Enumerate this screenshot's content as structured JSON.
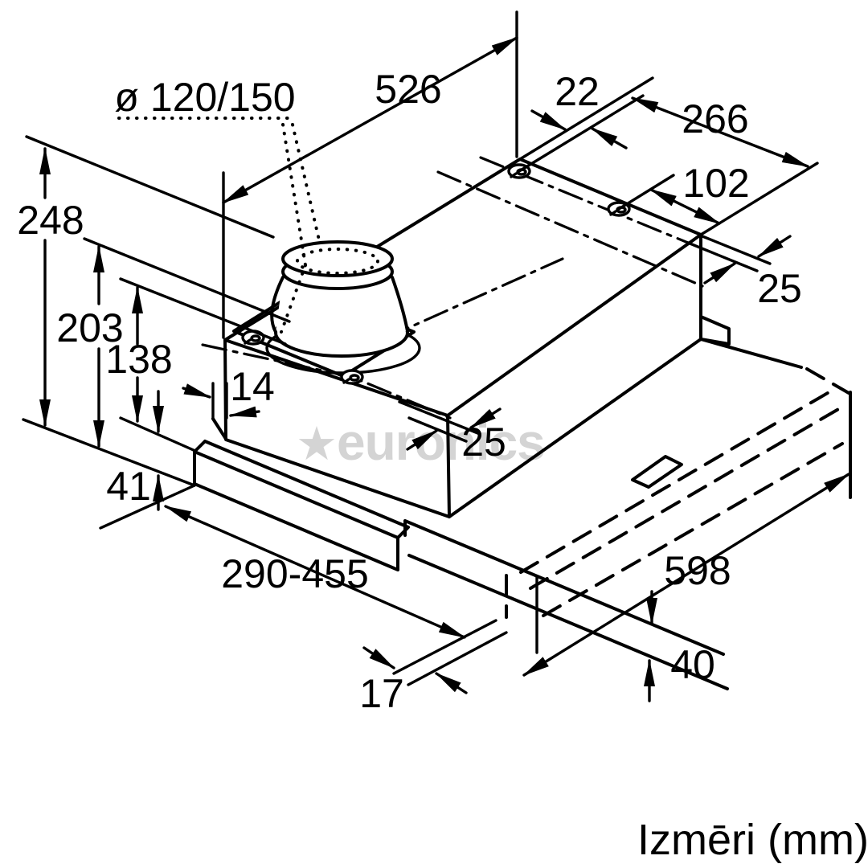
{
  "page": {
    "background": "#ffffff",
    "line_color": "#000000",
    "watermark_color": "#d4d4d4",
    "caption": "Izmēri (mm)"
  },
  "watermark": {
    "star": "★",
    "name": "euronics"
  },
  "drawing": {
    "type": "isometric installation drawing",
    "subject": "built-in telescopic cooker hood with duct collar and pull-out visor",
    "units": "mm",
    "labels": {
      "duct": "ø 120/150",
      "w526": "526",
      "w22": "22",
      "w266": "266",
      "w102": "102",
      "r25": "25",
      "h248": "248",
      "h203": "203",
      "h138": "138",
      "g14": "14",
      "f25": "25",
      "h41": "41",
      "depth": "290-455",
      "w598": "598",
      "h40": "40",
      "g17": "17"
    },
    "dimensions_mm": [
      {
        "value": "ø 120/150",
        "meaning": "duct collar diameter"
      },
      {
        "value": "526",
        "meaning": "housing top length"
      },
      {
        "value": "22",
        "meaning": "rear edge to screw line"
      },
      {
        "value": "266",
        "meaning": "screw line spacing"
      },
      {
        "value": "102",
        "meaning": "screw line to corner"
      },
      {
        "value": "25",
        "meaning": "rear screw line offset"
      },
      {
        "value": "248",
        "meaning": "total height incl. collar"
      },
      {
        "value": "203",
        "meaning": "height to housing top"
      },
      {
        "value": "138",
        "meaning": "housing height"
      },
      {
        "value": "14",
        "meaning": "front recess"
      },
      {
        "value": "25",
        "meaning": "front screw line offset"
      },
      {
        "value": "41",
        "meaning": "visor bar height"
      },
      {
        "value": "290-455",
        "meaning": "depth range"
      },
      {
        "value": "598",
        "meaning": "pull-out width"
      },
      {
        "value": "40",
        "meaning": "pull-out height"
      },
      {
        "value": "17",
        "meaning": "panel gap"
      }
    ]
  }
}
